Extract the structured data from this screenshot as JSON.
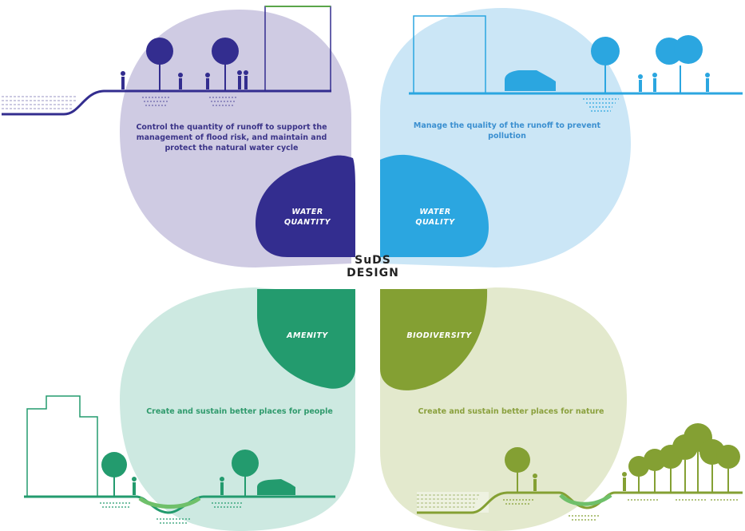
{
  "center": {
    "line1": "SuDS",
    "line2": "DESIGN"
  },
  "quadrants": {
    "water_quantity": {
      "label_line1": "WATER",
      "label_line2": "QUANTITY",
      "description": "Control the quantity of runoff to support the management of flood risk, and maintain and protect the natural water cycle",
      "color": "#332d8f",
      "bg_color": "#cfcbe3"
    },
    "water_quality": {
      "label_line1": "WATER",
      "label_line2": "QUALITY",
      "description": "Manage the quality of the runoff to prevent pollution",
      "color": "#2ba6e0",
      "bg_color": "#cbe6f6"
    },
    "amenity": {
      "label_line1": "AMENITY",
      "description": "Create and sustain better places for people",
      "color": "#239b6e",
      "bg_color": "#cde9e1"
    },
    "biodiversity": {
      "label_line1": "BIODIVERSITY",
      "description": "Create and sustain better places for nature",
      "color": "#84a033",
      "bg_color": "#e3e9cd"
    }
  }
}
